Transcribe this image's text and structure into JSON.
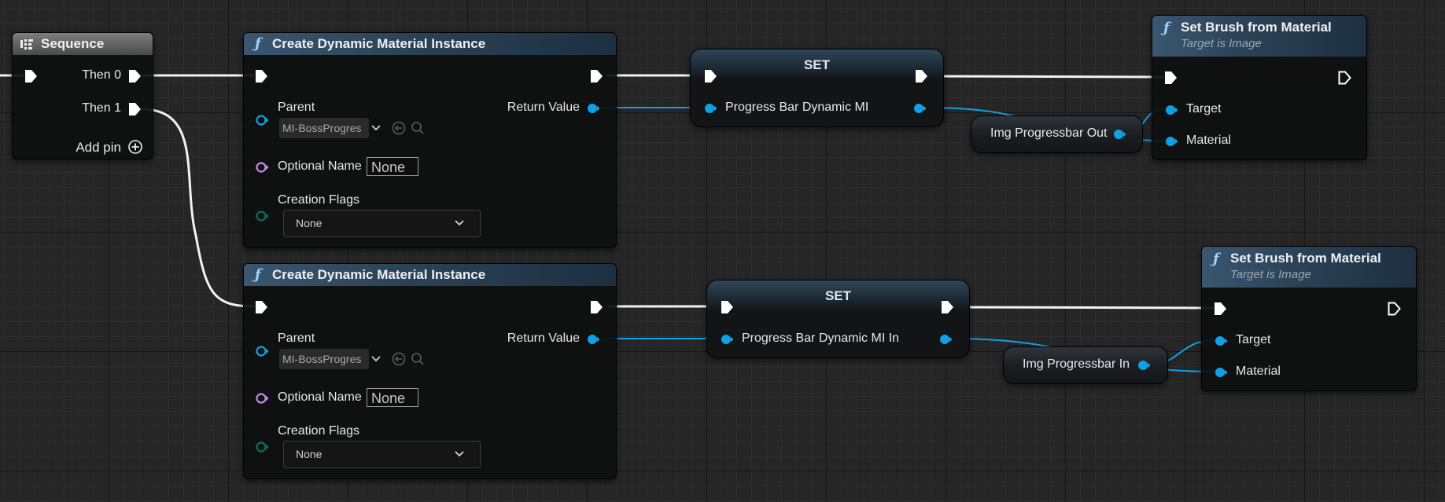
{
  "colors": {
    "exec_pin": "#ffffff",
    "object_pin": "#0fa0e6",
    "name_pin": "#c38be6",
    "flags_pin": "#0f6b5e",
    "function_header": "#2a4256",
    "sequence_header": "#5a5a5a"
  },
  "icons": {
    "function": "f-icon",
    "sequence": "sequence-icon",
    "dropdown": "chevron-down-icon",
    "use_asset": "arrow-left-circle-icon",
    "browse": "magnifier-icon",
    "add": "plus-circle-icon"
  },
  "sequence": {
    "title": "Sequence",
    "then0": "Then 0",
    "then1": "Then 1",
    "add_pin": "Add pin"
  },
  "create_dmi_1": {
    "title": "Create Dynamic Material Instance",
    "parent_label": "Parent",
    "parent_value": "MI-BossProgres",
    "return_label": "Return Value",
    "optional_name_label": "Optional Name",
    "optional_name_value": "None",
    "creation_flags_label": "Creation Flags",
    "creation_flags_value": "None"
  },
  "create_dmi_2": {
    "title": "Create Dynamic Material Instance",
    "parent_label": "Parent",
    "parent_value": "MI-BossProgres",
    "return_label": "Return Value",
    "optional_name_label": "Optional Name",
    "optional_name_value": "None",
    "creation_flags_label": "Creation Flags",
    "creation_flags_value": "None"
  },
  "set_1": {
    "title": "SET",
    "var_label": "Progress Bar Dynamic MI"
  },
  "set_2": {
    "title": "SET",
    "var_label": "Progress Bar Dynamic MI In"
  },
  "var_1": {
    "label": "Img Progressbar Out"
  },
  "var_2": {
    "label": "Img Progressbar In"
  },
  "brush_1": {
    "title": "Set Brush from Material",
    "subtitle": "Target is Image",
    "target_label": "Target",
    "material_label": "Material"
  },
  "brush_2": {
    "title": "Set Brush from Material",
    "subtitle": "Target is Image",
    "target_label": "Target",
    "material_label": "Material"
  }
}
